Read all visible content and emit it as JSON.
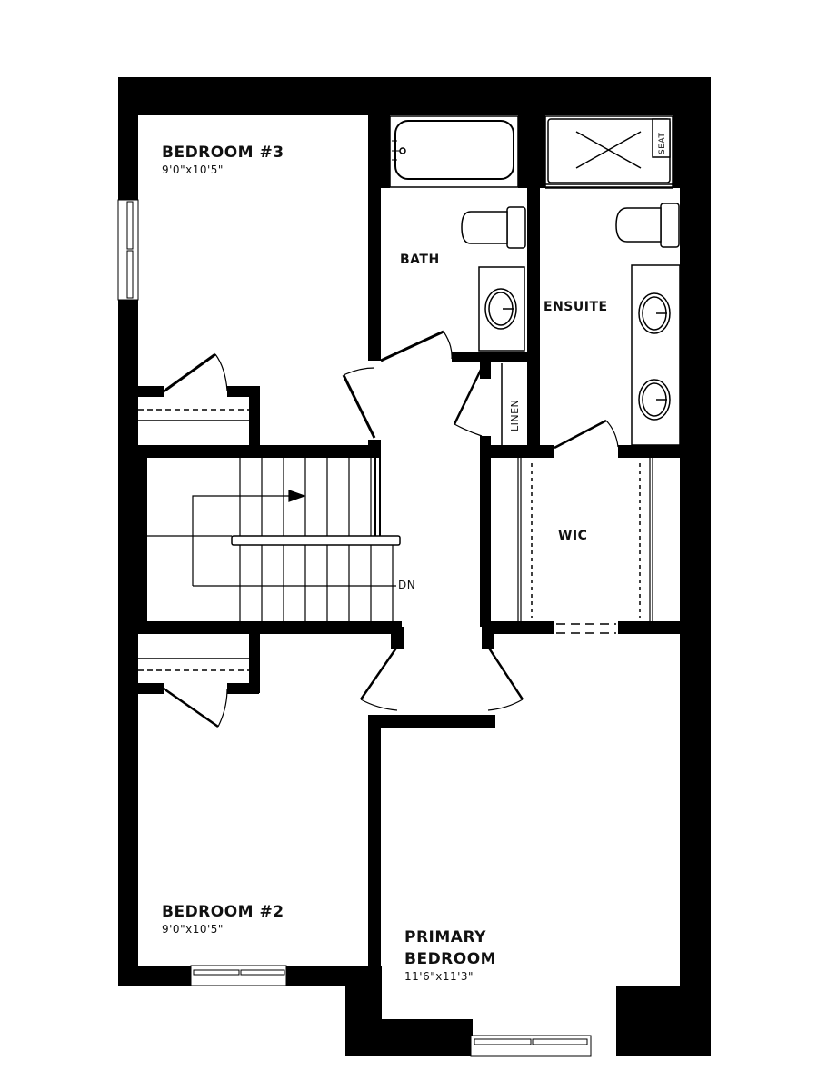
{
  "plan": {
    "wall_color": "#000000",
    "background_color": "#ffffff",
    "rooms": {
      "bedroom3": {
        "name": "BEDROOM #3",
        "dimensions": "9'0\"x10'5\""
      },
      "bedroom2": {
        "name": "BEDROOM #2",
        "dimensions": "9'0\"x10'5\""
      },
      "primary": {
        "name_line1": "PRIMARY",
        "name_line2": "BEDROOM",
        "dimensions": "11'6\"x11'3\""
      },
      "bath": {
        "name": "BATH"
      },
      "ensuite": {
        "name": "ENSUITE"
      },
      "wic": {
        "name": "WIC"
      },
      "linen": {
        "name": "LINEN"
      },
      "shower_seat": {
        "name": "SEAT"
      }
    },
    "stairs": {
      "label": "DN"
    }
  }
}
